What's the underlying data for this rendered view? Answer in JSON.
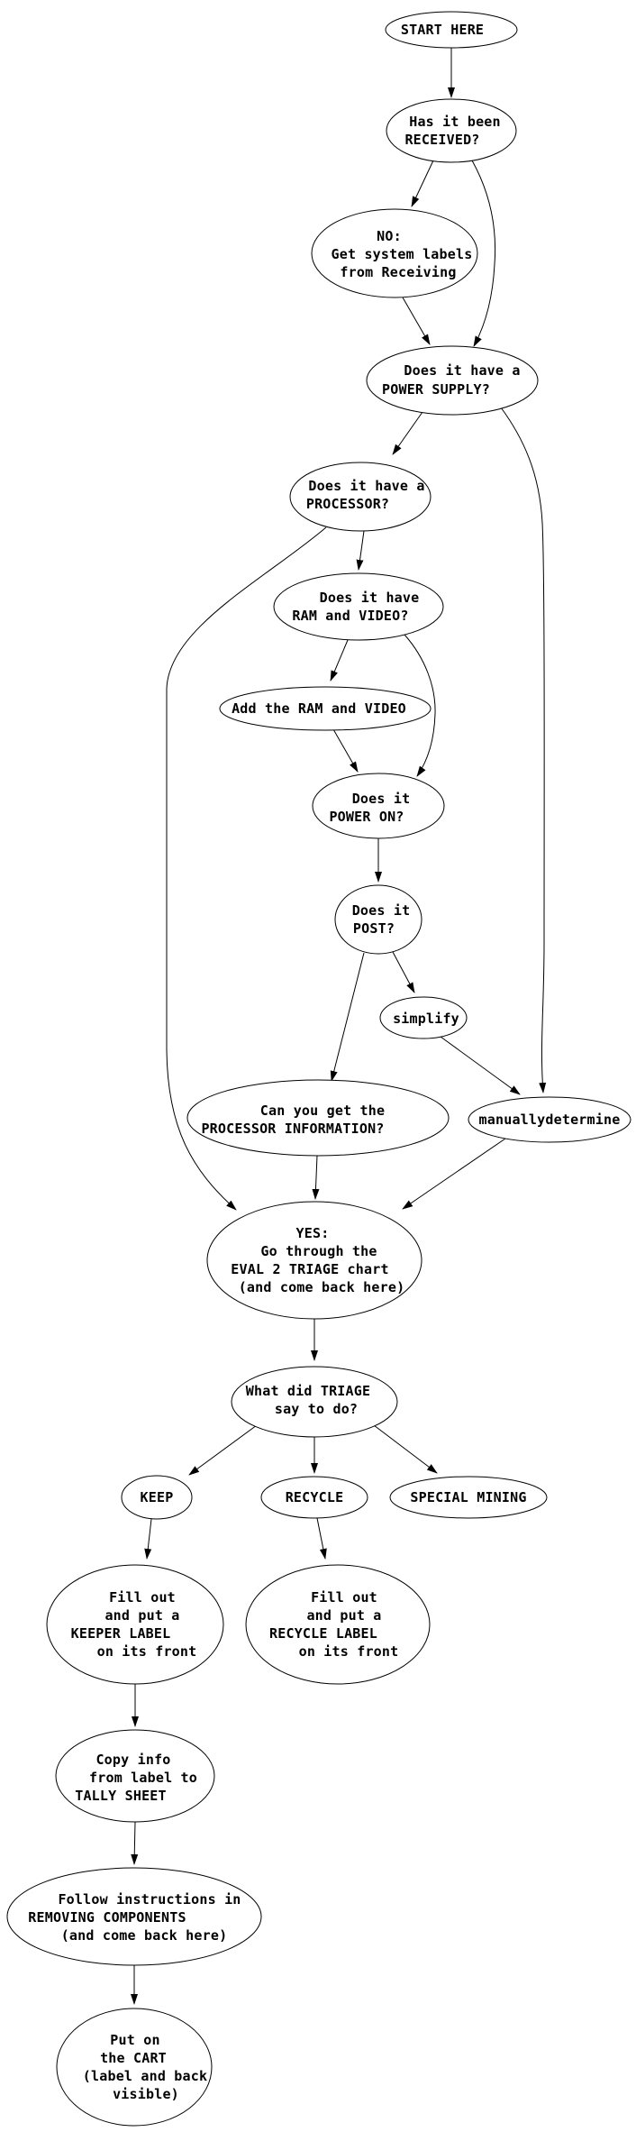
{
  "figure": {
    "type": "flowchart",
    "background_color": "#ffffff",
    "stroke_color": "#000000",
    "text_color": "#000000"
  },
  "nodes": {
    "start": {
      "lines": [
        "START HERE"
      ]
    },
    "received": {
      "lines": [
        "Has it been",
        "RECEIVED?"
      ]
    },
    "no_labels": {
      "lines": [
        "NO:",
        "Get system labels",
        "from Receiving"
      ]
    },
    "power_supply": {
      "lines": [
        "Does it have a",
        "POWER SUPPLY?"
      ]
    },
    "processor": {
      "lines": [
        "Does it have a",
        "PROCESSOR?"
      ]
    },
    "ram_video": {
      "lines": [
        "Does it have",
        "RAM and VIDEO?"
      ]
    },
    "add_ram_video": {
      "lines": [
        "Add the RAM and VIDEO"
      ]
    },
    "power_on": {
      "lines": [
        "Does it",
        "POWER ON?"
      ]
    },
    "post": {
      "lines": [
        "Does it",
        "POST?"
      ]
    },
    "simplify": {
      "lines": [
        "simplify"
      ]
    },
    "can_you_get": {
      "lines": [
        "Can you get the",
        "PROCESSOR INFORMATION?"
      ]
    },
    "manually_determine": {
      "lines": [
        "manuallydetermine"
      ]
    },
    "yes_eval": {
      "lines": [
        "YES:",
        "Go through the",
        "EVAL 2 TRIAGE chart",
        "(and come back here)"
      ]
    },
    "what_triage": {
      "lines": [
        "What did TRIAGE",
        "say to do?"
      ]
    },
    "keep": {
      "lines": [
        "KEEP"
      ]
    },
    "recycle": {
      "lines": [
        "RECYCLE"
      ]
    },
    "special_mining": {
      "lines": [
        "SPECIAL MINING"
      ]
    },
    "keeper_label": {
      "lines": [
        "Fill out",
        "and put a",
        "KEEPER LABEL",
        "on its front"
      ]
    },
    "recycle_label": {
      "lines": [
        "Fill out",
        "and put a",
        "RECYCLE LABEL",
        "on its front"
      ]
    },
    "copy_info": {
      "lines": [
        "Copy info",
        "from label to",
        "TALLY SHEET"
      ]
    },
    "follow_removing": {
      "lines": [
        "Follow instructions in",
        "REMOVING COMPONENTS",
        "(and come back here)"
      ]
    },
    "put_on_cart": {
      "lines": [
        "Put on",
        "the CART",
        "(label and back",
        "visible)"
      ]
    }
  },
  "edges": [
    {
      "from": "start",
      "to": "received"
    },
    {
      "from": "received",
      "to": "no_labels"
    },
    {
      "from": "received",
      "to": "power_supply"
    },
    {
      "from": "no_labels",
      "to": "power_supply"
    },
    {
      "from": "power_supply",
      "to": "processor"
    },
    {
      "from": "power_supply",
      "to": "manually_determine"
    },
    {
      "from": "processor",
      "to": "ram_video"
    },
    {
      "from": "processor",
      "to": "yes_eval"
    },
    {
      "from": "ram_video",
      "to": "add_ram_video"
    },
    {
      "from": "ram_video",
      "to": "power_on"
    },
    {
      "from": "add_ram_video",
      "to": "power_on"
    },
    {
      "from": "power_on",
      "to": "post"
    },
    {
      "from": "post",
      "to": "can_you_get"
    },
    {
      "from": "post",
      "to": "simplify"
    },
    {
      "from": "simplify",
      "to": "manually_determine"
    },
    {
      "from": "can_you_get",
      "to": "yes_eval"
    },
    {
      "from": "manually_determine",
      "to": "yes_eval"
    },
    {
      "from": "yes_eval",
      "to": "what_triage"
    },
    {
      "from": "what_triage",
      "to": "keep"
    },
    {
      "from": "what_triage",
      "to": "recycle"
    },
    {
      "from": "what_triage",
      "to": "special_mining"
    },
    {
      "from": "keep",
      "to": "keeper_label"
    },
    {
      "from": "recycle",
      "to": "recycle_label"
    },
    {
      "from": "keeper_label",
      "to": "copy_info"
    },
    {
      "from": "copy_info",
      "to": "follow_removing"
    },
    {
      "from": "follow_removing",
      "to": "put_on_cart"
    }
  ]
}
